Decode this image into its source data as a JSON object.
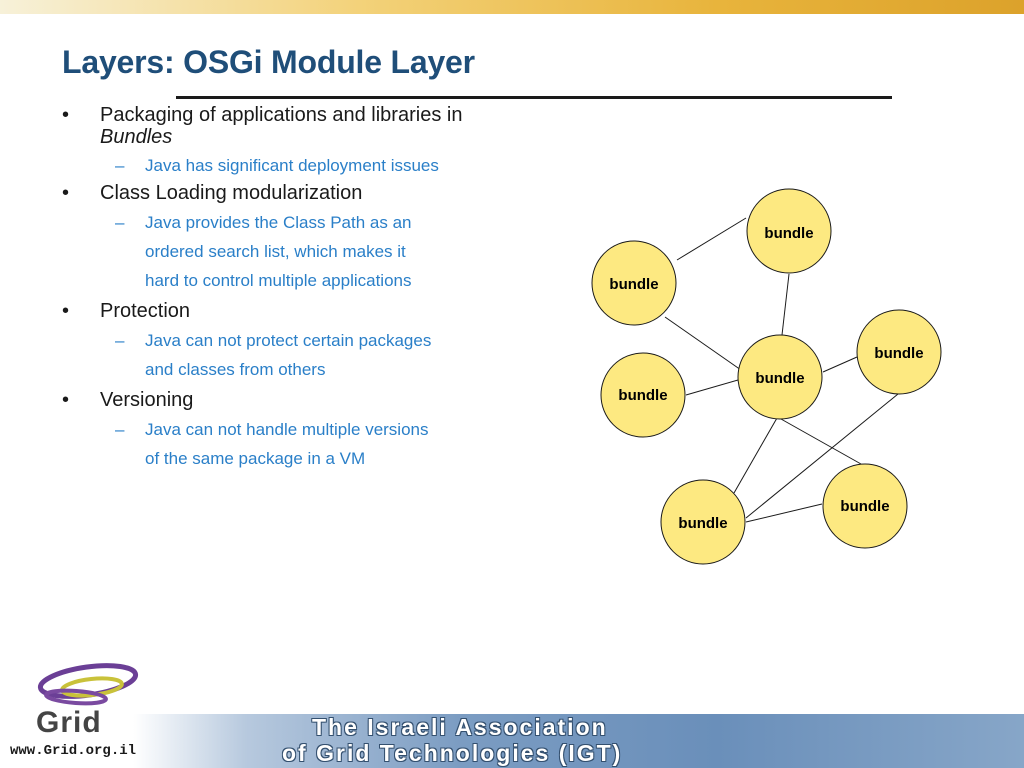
{
  "slide": {
    "title": "Layers: OSGi Module Layer"
  },
  "bullets": [
    {
      "text": "Packaging of applications and libraries in ",
      "emphasis": "Bundles",
      "subs": [
        "Java has significant deployment issues"
      ]
    },
    {
      "text": "Class Loading modularization",
      "subs": [
        "Java provides the Class Path as an",
        "ordered search list, which makes it",
        "hard to control multiple applications"
      ]
    },
    {
      "text": "Protection",
      "subs": [
        "Java can not protect certain packages",
        "and classes from others"
      ]
    },
    {
      "text": "Versioning",
      "subs": [
        "Java can not handle multiple versions",
        "of the same package in a VM"
      ]
    }
  ],
  "diagram": {
    "node_label": "bundle",
    "node_fill": "#fde981",
    "node_stroke": "#1a1a1a",
    "edge_color": "#1a1a1a"
  },
  "footer": {
    "logo_text": "Grid",
    "url": "www.Grid.org.il",
    "association_line1": "The Israeli Association",
    "association_line2": "of Grid Technologies (IGT)"
  },
  "colors": {
    "title": "#1f4e79",
    "sub_bullet": "#2a7fc8",
    "body_text": "#1a1a1a"
  }
}
